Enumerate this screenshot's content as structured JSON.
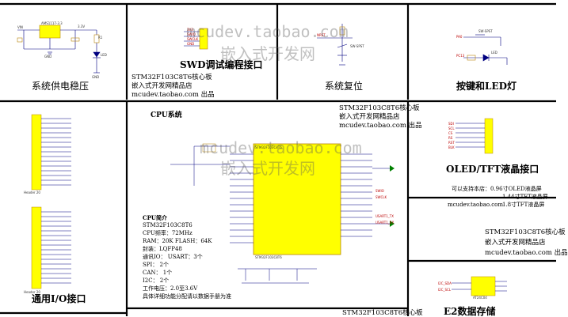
{
  "colors": {
    "wire": "#000080",
    "border": "#000000",
    "net": "#cc0000",
    "part": "#b8860b",
    "chip": "#ffff00",
    "green": "#008000"
  },
  "watermark": {
    "url": "mcudev.taobao.com",
    "text": "嵌入式开发网"
  },
  "modules": {
    "power": {
      "title": "系统供电稳压"
    },
    "swd": {
      "title": "SWD调试编程接口",
      "board": "STM32F103C8T6核心板",
      "shop": "嵌入式开发网精品店",
      "site": "mcudev.taobao.com 出品"
    },
    "reset": {
      "title": "系统复位"
    },
    "keys": {
      "title": "按键和LED灯"
    },
    "io": {
      "title": "通用I/O接口"
    },
    "cpu": {
      "title": "CPU系统",
      "board": "STM32F103C8T6核心板",
      "shop": "嵌入式开发网精品店",
      "site": "mcudev.taobao.com 出品",
      "spec_title": "CPU简介",
      "specs": [
        "STM32F103C8T6",
        "CPU频率：72MHz",
        "RAM：20K  FLASH：64K",
        "封装：LQFP48",
        "通讯IO：  USART：3个",
        "SPI：  2个",
        "CAN：  1个",
        "I2C：  2个",
        "工作电压：2.0至3.6V"
      ],
      "note": "具体详细功能分配请以数据手册为准"
    },
    "oled": {
      "title": "OLED/TFT液晶接口",
      "support": "可以支持本店：0.96寸OLED液晶屏",
      "sizes": [
        "1.44寸TFT液晶屏",
        "1.8寸TFT液晶屏"
      ],
      "site": "mcudev.taobao.com"
    },
    "board_info": {
      "board": "STM32F103C8T6核心板",
      "shop": "嵌入式开发网精品店",
      "site": "mcudev.taobao.com 出品"
    },
    "eeprom": {
      "title": "E2数据存储"
    },
    "bottom_board": "STM32F103C8T6核心板"
  }
}
